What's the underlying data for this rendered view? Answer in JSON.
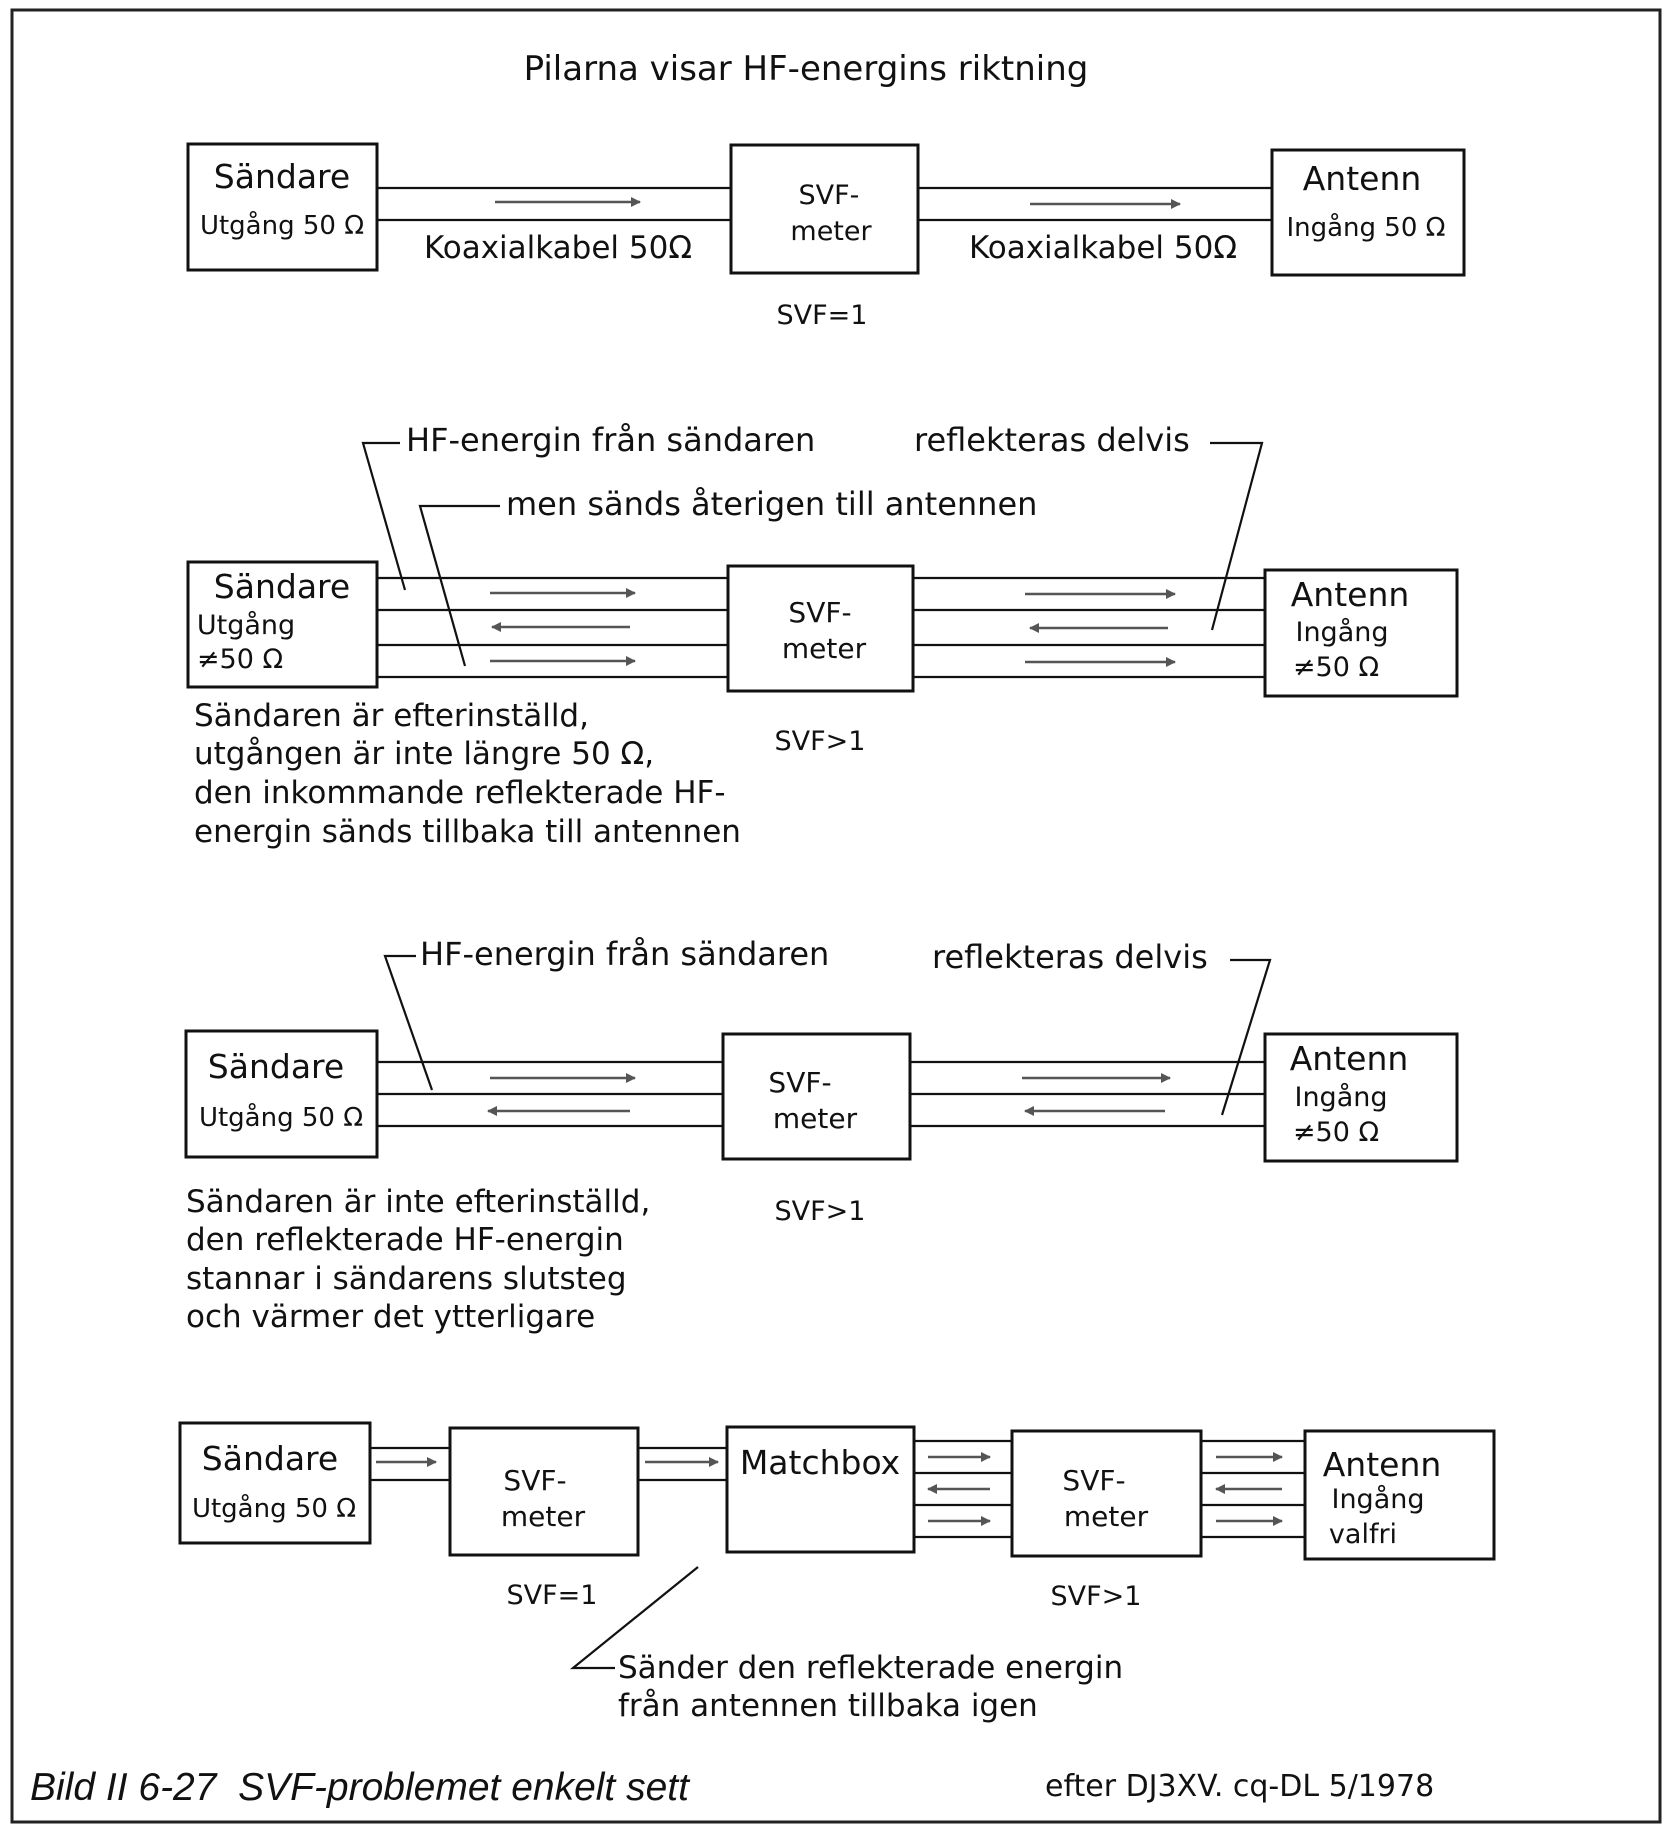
{
  "title": "Pilarna visar HF-energins riktning",
  "diagram1": {
    "sender": {
      "label": "Sändare",
      "sub": "Utgång 50 Ω"
    },
    "cable_left": "Koaxialkabel 50Ω",
    "meter": {
      "line1": "SVF-",
      "line2": "meter"
    },
    "cable_right": "Koaxialkabel 50Ω",
    "antenna": {
      "label": "Antenn",
      "sub": "Ingång 50 Ω"
    },
    "svf": "SVF=1"
  },
  "diagram2": {
    "callout_from_sender": "HF-energin från sändaren",
    "callout_reflected": "reflekteras delvis",
    "callout_resent": "men sänds återigen till antennen",
    "sender": {
      "label": "Sändare",
      "sub1": "Utgång",
      "sub2": "≠50 Ω"
    },
    "meter": {
      "line1": "SVF-",
      "line2": "meter"
    },
    "antenna": {
      "label": "Antenn",
      "sub1": "Ingång",
      "sub2": "≠50 Ω"
    },
    "svf": "SVF>1",
    "note": [
      "Sändaren är efterinställd,",
      "utgången är inte längre 50 Ω,",
      "den inkommande reflekterade HF-",
      "energin sänds tillbaka till antennen"
    ]
  },
  "diagram3": {
    "callout_from_sender": "HF-energin från sändaren",
    "callout_reflected": "reflekteras delvis",
    "sender": {
      "label": "Sändare",
      "sub": "Utgång 50 Ω"
    },
    "meter": {
      "line1": "SVF-",
      "line2": "meter"
    },
    "antenna": {
      "label": "Antenn",
      "sub1": "Ingång",
      "sub2": "≠50 Ω"
    },
    "svf": "SVF>1",
    "note": [
      "Sändaren är inte efterinställd,",
      "den reflekterade HF-energin",
      "stannar i sändarens slutsteg",
      "och värmer det ytterligare"
    ]
  },
  "diagram4": {
    "sender": {
      "label": "Sändare",
      "sub": "Utgång 50 Ω"
    },
    "meter1": {
      "line1": "SVF-",
      "line2": "meter"
    },
    "matchbox": "Matchbox",
    "meter2": {
      "line1": "SVF-",
      "line2": "meter"
    },
    "antenna": {
      "label": "Antenn",
      "sub1": "Ingång",
      "sub2": "valfri"
    },
    "svf1": "SVF=1",
    "svf2": "SVF>1",
    "note": [
      "Sänder den reflekterade energin",
      "från antennen tillbaka igen"
    ]
  },
  "caption": "Bild II 6-27  SVF-problemet enkelt sett",
  "source": "efter DJ3XV. cq-DL 5/1978"
}
